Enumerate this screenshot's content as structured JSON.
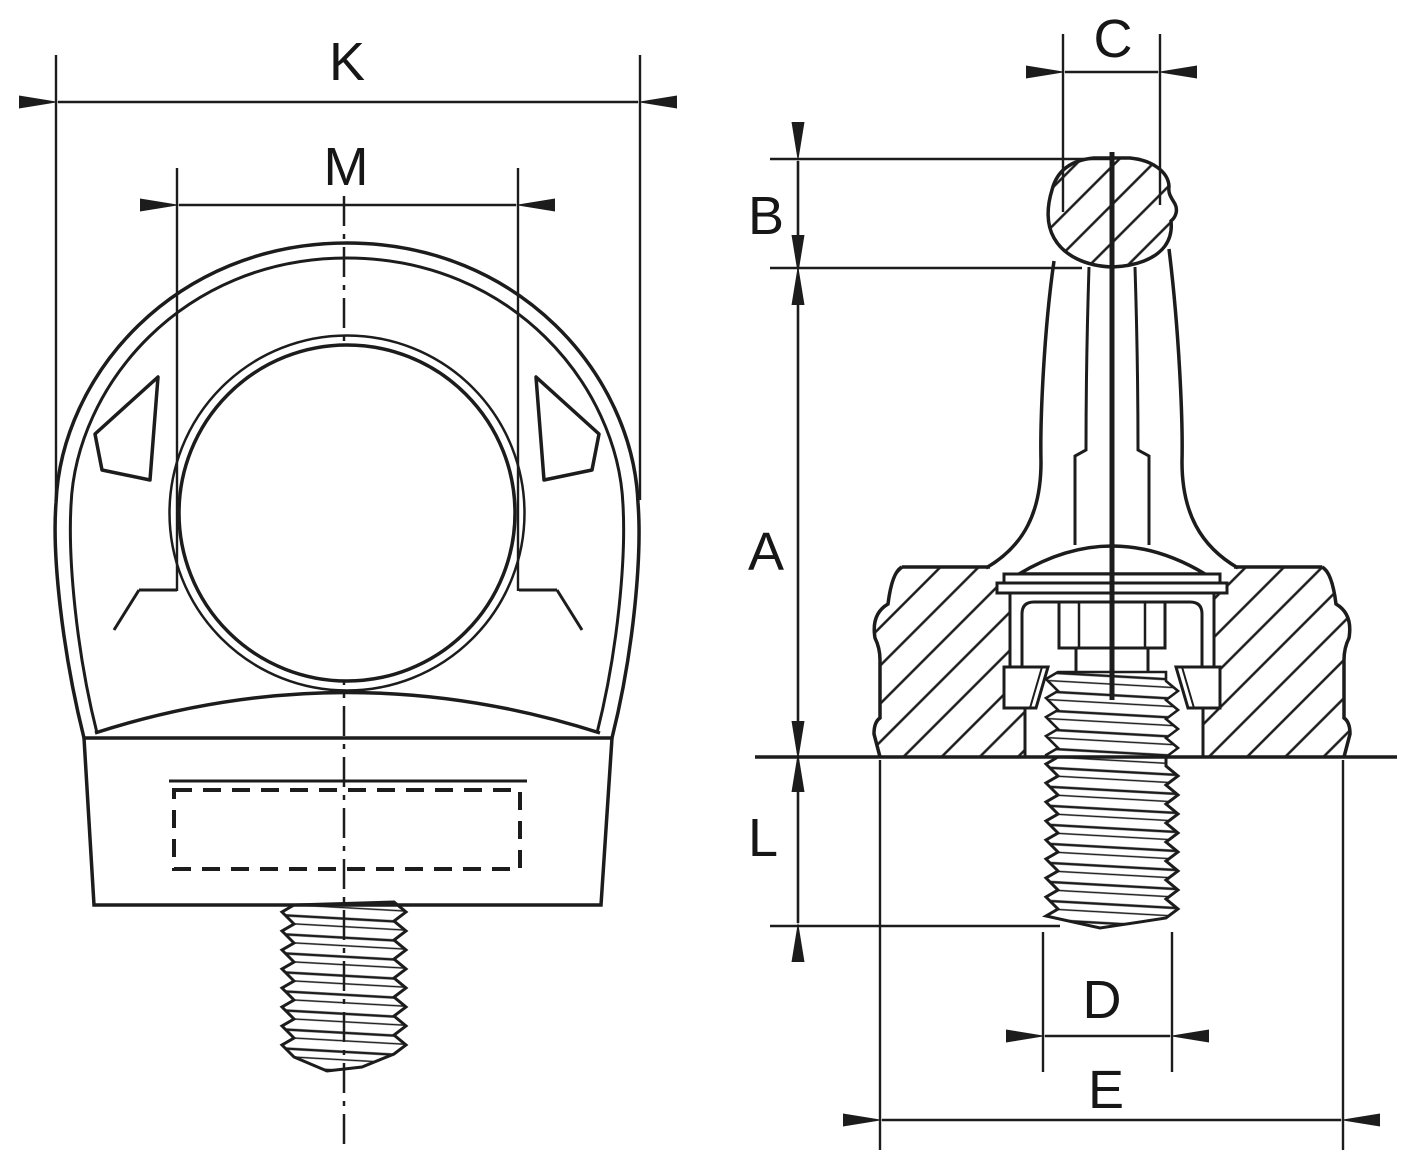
{
  "colors": {
    "background": "#ffffff",
    "ink": "#1c1c1c"
  },
  "drawing": {
    "kind": "technical-dimension-drawing",
    "views": {
      "front": "front-view",
      "section": "side-section-view"
    },
    "dims": {
      "K": "K",
      "M": "M",
      "B": "B",
      "A": "A",
      "L": "L",
      "C": "C",
      "D": "D",
      "E": "E"
    }
  }
}
